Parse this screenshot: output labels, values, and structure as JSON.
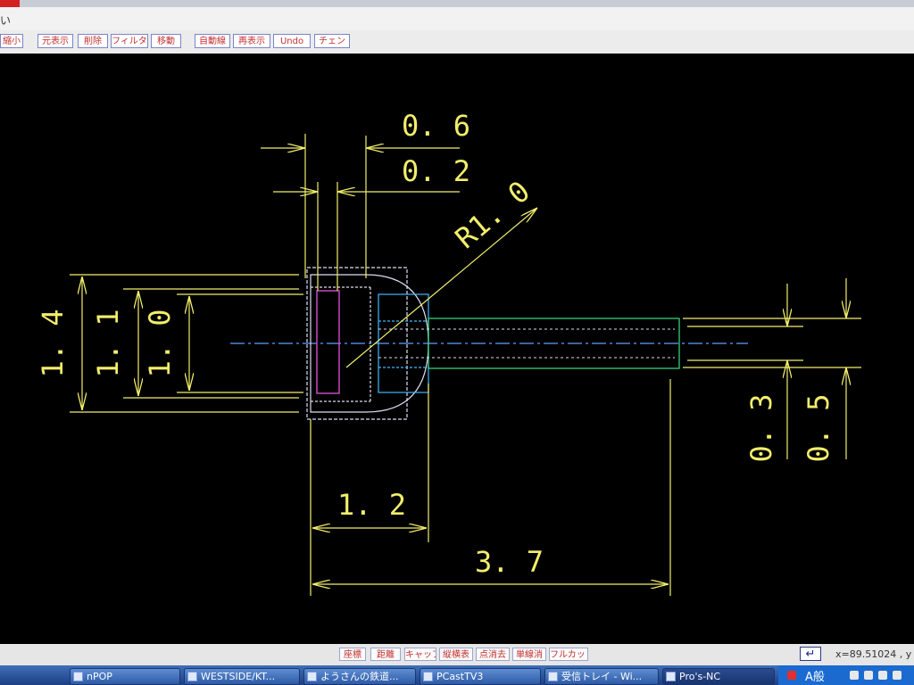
{
  "window": {
    "menu_text": "い"
  },
  "toolbar": {
    "buttons": [
      "縮小",
      "元表示",
      "削除",
      "フィルター",
      "移動",
      "自動線",
      "再表示",
      "Undo",
      "チェン"
    ]
  },
  "drawing": {
    "dim_top_outer": "0. 6",
    "dim_top_inner": "0. 2",
    "dim_radius": "R1. 0",
    "dim_left_outer": "1. 4",
    "dim_left_mid": "1. 1",
    "dim_left_inner": "1. 0",
    "dim_head_length": "1. 2",
    "dim_total_length": "3. 7",
    "dim_right_inner": "0. 3",
    "dim_right_outer": "0. 5",
    "colors": {
      "dimension": "#f2ee6c",
      "outline": "#dcdcf4",
      "shaft": "#33d07a",
      "cavity": "#d44cd0",
      "bore": "#3fb8ff",
      "center_line": "#5f9fff"
    }
  },
  "statusbar": {
    "buttons": [
      "座標",
      "距離",
      "キャップ",
      "縦横表",
      "点消去",
      "単線消",
      "フルカット"
    ],
    "enter_symbol": "↵",
    "coords": "x=89.51024 , y"
  },
  "taskbar": {
    "items": [
      "nPOP",
      "WESTSIDE/KT...",
      "ようさんの鉄道...",
      "PCastTV3",
      "受信トレイ - Wi...",
      "Pro's-NC"
    ],
    "ime": "A般"
  }
}
